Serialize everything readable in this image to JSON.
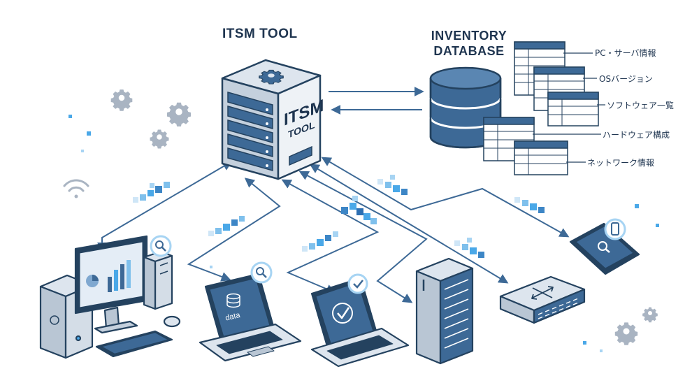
{
  "itsm": {
    "title": "ITSM TOOL",
    "server_label_line1": "ITSM",
    "server_label_line2": "TOOL"
  },
  "inventory": {
    "title_line1": "INVENTORY",
    "title_line2": "DATABASE",
    "fields": [
      "PC・サーバ情報",
      "OSバージョン",
      "ソフトウェア一覧",
      "ハードウェア構成",
      "ネットワーク情報"
    ]
  },
  "devices": {
    "laptop_screen_text": "data"
  },
  "colors": {
    "primary": "#3d6996",
    "dark": "#24425f",
    "light": "#dfe6ee",
    "accent": "#4aa8e8"
  }
}
